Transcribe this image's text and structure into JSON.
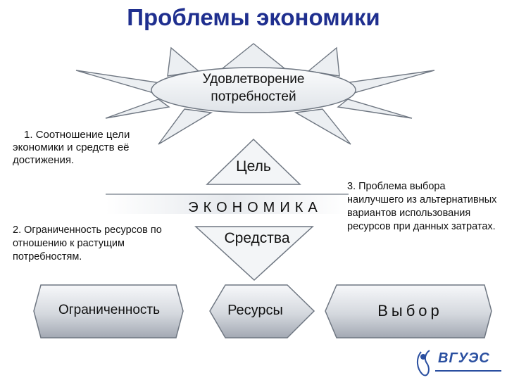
{
  "title": "Проблемы экономики",
  "center": {
    "need": "Удовлетворение потребностей",
    "goal": "Цель",
    "economy": "ЭКОНОМИКА",
    "means": "Средства"
  },
  "problems": {
    "p1_num": "1.",
    "p1_text": "Соотношение цели экономики и средств её достижения.",
    "p2_num": "2.",
    "p2_bold": "Ограниченность ресурсов",
    "p2_rest": "по отношению к растущим потребностям.",
    "p3_num": "3.",
    "p3_bold": "Проблема выбора",
    "p3_rest": "наилучшего из альтернативных вариантов использования ресурсов при данных затратах."
  },
  "bottom": {
    "limitation": "Ограниченность",
    "resources": "Ресурсы",
    "choice": "Выбор"
  },
  "logo": {
    "text": "ВГУЭС"
  },
  "colors": {
    "title": "#1f2f8f",
    "shape_fill_light": "#f2f4f7",
    "shape_fill_dark": "#a3a9b3",
    "stroke": "#6f7782",
    "logo": "#2a4fa0"
  }
}
